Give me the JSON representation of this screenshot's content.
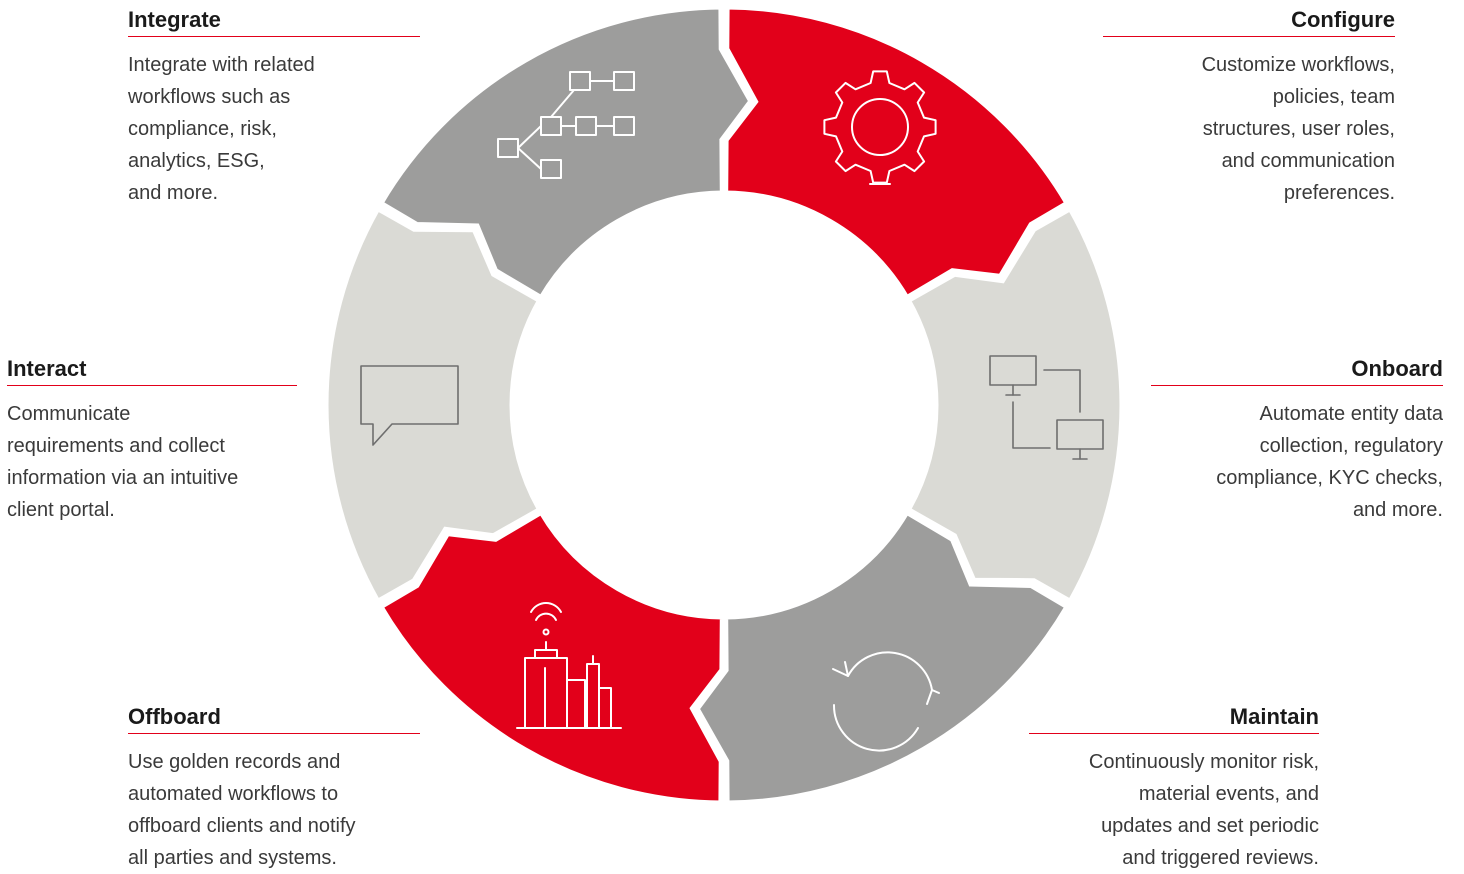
{
  "colors": {
    "red": "#e2001a",
    "dark_gray": "#9d9d9c",
    "light_gray": "#dadad5",
    "white": "#ffffff"
  },
  "stages": [
    {
      "id": "integrate",
      "title": "Integrate",
      "lines": [
        "Integrate with related",
        "workflows such as",
        "compliance, risk,",
        "analytics, ESG,",
        "and more."
      ],
      "icon": "workflow-tree-icon",
      "segment_color": "dark_gray"
    },
    {
      "id": "configure",
      "title": "Configure",
      "lines": [
        "Customize workflows,",
        "policies, team",
        "structures, user roles,",
        "and communication",
        "preferences."
      ],
      "icon": "gear-icon",
      "segment_color": "red"
    },
    {
      "id": "onboard",
      "title": "Onboard",
      "lines": [
        "Automate entity data",
        "collection, regulatory",
        "compliance, KYC checks,",
        "and more."
      ],
      "icon": "connected-monitors-icon",
      "segment_color": "light_gray"
    },
    {
      "id": "maintain",
      "title": "Maintain",
      "lines": [
        "Continuously monitor risk,",
        "material events, and",
        "updates and set periodic",
        "and triggered reviews."
      ],
      "icon": "refresh-cycle-icon",
      "segment_color": "dark_gray"
    },
    {
      "id": "offboard",
      "title": "Offboard",
      "lines": [
        "Use golden records and",
        "automated workflows to",
        "offboard clients and notify",
        "all parties and systems."
      ],
      "icon": "smart-building-icon",
      "segment_color": "red"
    },
    {
      "id": "interact",
      "title": "Interact",
      "lines": [
        "Communicate",
        "requirements and collect",
        "information via an intuitive",
        "client portal."
      ],
      "icon": "chat-bubble-icon",
      "segment_color": "light_gray"
    }
  ]
}
